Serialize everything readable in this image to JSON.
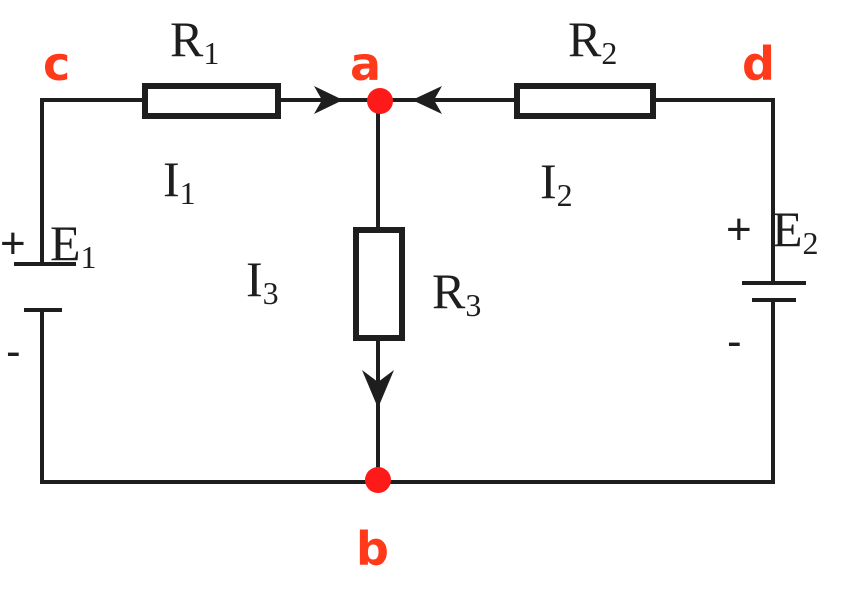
{
  "diagram": {
    "colors": {
      "wire": "#1e1e1e",
      "node": "#ff1a1a",
      "node_label": "#ff3a1a"
    },
    "nodes": {
      "a": "a",
      "b": "b",
      "c": "c",
      "d": "d"
    },
    "resistors": {
      "r1": {
        "base": "R",
        "sub": "1"
      },
      "r2": {
        "base": "R",
        "sub": "2"
      },
      "r3": {
        "base": "R",
        "sub": "3"
      }
    },
    "currents": {
      "i1": {
        "base": "I",
        "sub": "1"
      },
      "i2": {
        "base": "I",
        "sub": "2"
      },
      "i3": {
        "base": "I",
        "sub": "3"
      }
    },
    "sources": {
      "e1": {
        "base": "E",
        "sub": "1",
        "plus": "+",
        "minus": "-"
      },
      "e2": {
        "base": "E",
        "sub": "2",
        "plus": "+",
        "minus": "-"
      }
    }
  }
}
